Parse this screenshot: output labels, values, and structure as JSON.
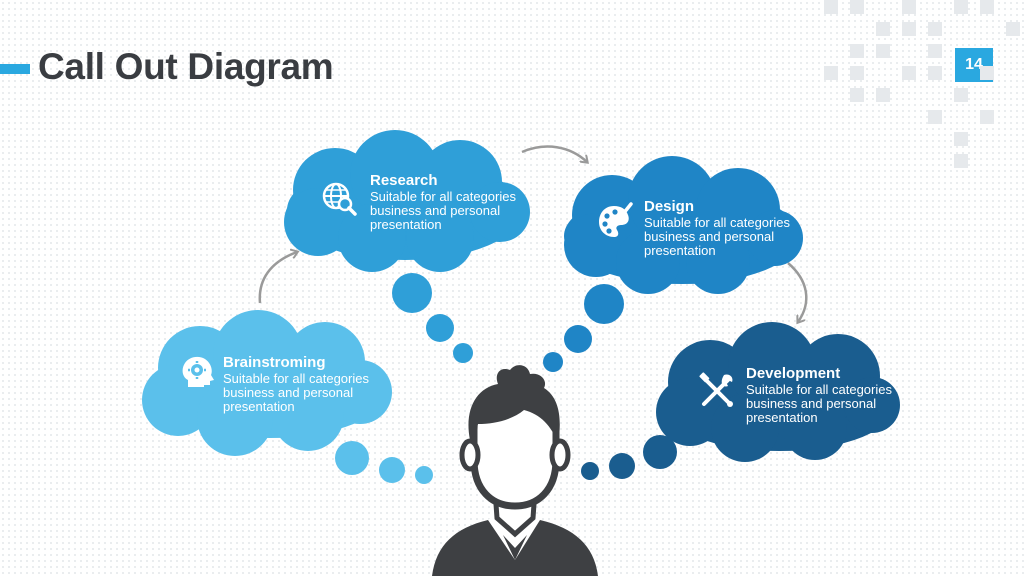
{
  "slide": {
    "title": "Call Out Diagram",
    "page_number": "14"
  },
  "callouts": [
    {
      "key": "brainstorming",
      "heading": "Brainstroming",
      "text": "Suitable for all categories business and personal presentation",
      "icon": "gear-head-icon",
      "color": "#5bc0eb"
    },
    {
      "key": "research",
      "heading": "Research",
      "text": "Suitable for all categories business and personal presentation",
      "icon": "globe-search-icon",
      "color": "#2f9fd8"
    },
    {
      "key": "design",
      "heading": "Design",
      "text": "Suitable for all categories business and personal presentation",
      "icon": "palette-icon",
      "color": "#1f85c6"
    },
    {
      "key": "development",
      "heading": "Development",
      "text": "Suitable for all categories business and personal presentation",
      "icon": "tools-icon",
      "color": "#1a5d8f"
    }
  ],
  "colors": {
    "accent": "#2aa8e0",
    "title": "#3a3d42",
    "person": "#3e4043",
    "arrow": "#9a9a9a"
  }
}
